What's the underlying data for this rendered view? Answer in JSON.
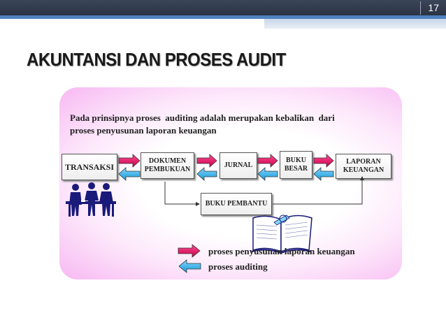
{
  "slide": {
    "page_number": "17",
    "title": "AKUNTANSI DAN PROSES AUDIT",
    "intro_line1": "Pada prinsipnya proses  auditing adalah merupakan kebalikan  dari",
    "intro_line2": "proses penyusunan laporan keuangan"
  },
  "flow": {
    "transaksi": "TRANSAKSI",
    "dokumen_line1": "DOKUMEN",
    "dokumen_line2": "PEMBUKUAN",
    "jurnal": "JURNAL",
    "buku_line1": "BUKU",
    "buku_line2": "BESAR",
    "laporan_line1": "LAPORAN",
    "laporan_line2": "KEUANGAN",
    "buku_pembantu": "BUKU PEMBANTU"
  },
  "legend": {
    "penyusunan": "proses penyusunan laporan keuangan",
    "auditing": "proses auditing"
  },
  "colors": {
    "forward_arrow": "#e0105e",
    "backward_arrow": "#33b5e8"
  },
  "icons": {
    "people": "people-meeting-icon",
    "book": "open-book-icon"
  }
}
